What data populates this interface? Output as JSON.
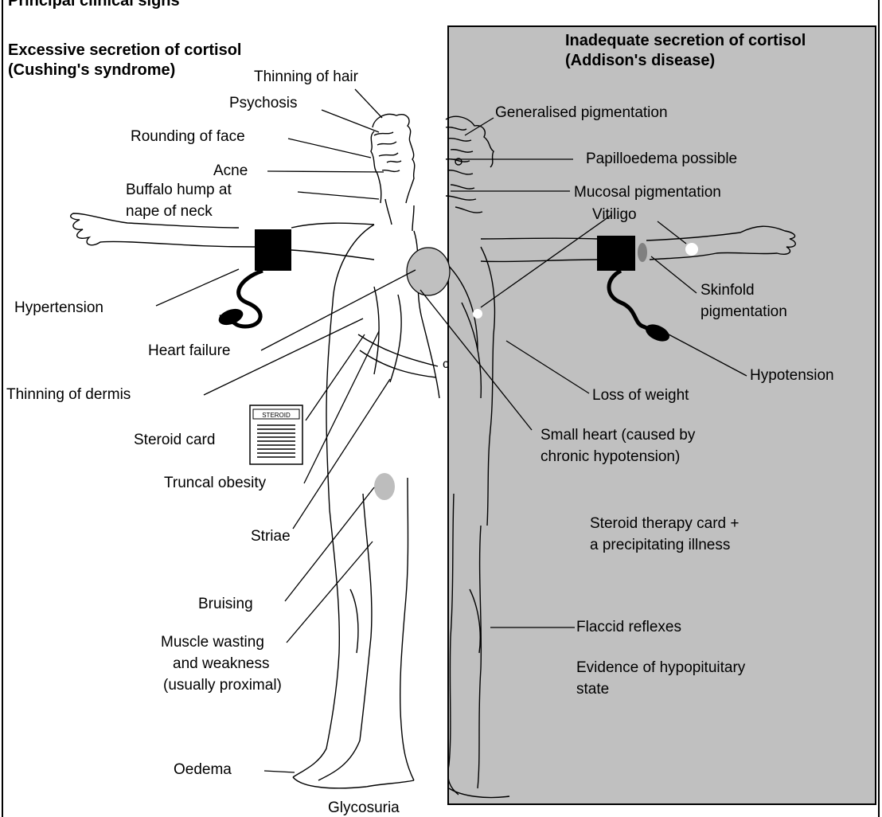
{
  "title_partial": "Principal clinical signs",
  "cushing": {
    "heading_line1": "Excessive secretion of cortisol",
    "heading_line2": "(Cushing's syndrome)",
    "labels": {
      "thinning_hair": "Thinning of hair",
      "psychosis": "Psychosis",
      "rounding_face": "Rounding of face",
      "acne": "Acne",
      "buffalo_line1": "Buffalo hump at",
      "buffalo_line2": "nape of neck",
      "hypertension": "Hypertension",
      "heart_failure": "Heart failure",
      "thinning_dermis": "Thinning of dermis",
      "steroid_card": "Steroid card",
      "truncal_obesity": "Truncal obesity",
      "striae": "Striae",
      "bruising": "Bruising",
      "muscle_line1": "Muscle wasting",
      "muscle_line2": "and weakness",
      "muscle_line3": "(usually proximal)",
      "oedema": "Oedema",
      "glycosuria": "Glycosuria"
    },
    "card_text": "STEROID"
  },
  "addison": {
    "heading_line1": "Inadequate secretion of cortisol",
    "heading_line2": "(Addison's disease)",
    "labels": {
      "generalised_pigmentation": "Generalised pigmentation",
      "papilloedema": "Papilloedema possible",
      "mucosal_pigmentation": "Mucosal pigmentation",
      "vitiligo": "Vitiligo",
      "skinfold_line1": "Skinfold",
      "skinfold_line2": "pigmentation",
      "hypotension": "Hypotension",
      "loss_weight": "Loss of weight",
      "small_heart_line1": "Small heart (caused by",
      "small_heart_line2": "chronic hypotension)",
      "steroid_therapy_line1": "Steroid therapy card +",
      "steroid_therapy_line2": "a precipitating illness",
      "flaccid_reflexes": "Flaccid reflexes",
      "hypopituitary_line1": "Evidence of hypopituitary",
      "hypopituitary_line2": "state"
    }
  },
  "colors": {
    "panel_fill": "#c0c0c0",
    "ink": "#000000",
    "bruise_spot": "#bdbdbd",
    "vitiligo_spot": "#ffffff",
    "skinfold_spot": "#808080"
  }
}
